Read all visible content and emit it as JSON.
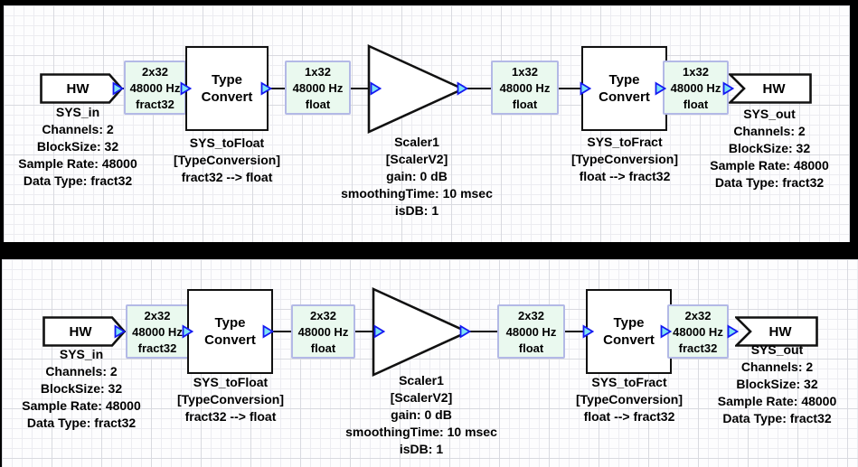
{
  "colors": {
    "frame_bg": "#000000",
    "canvas_bg": "#fdfdfe",
    "wire_label_bg": "#eaf9ef",
    "wire_label_border": "#b3b9e6",
    "port_fill": "#7de2f5",
    "port_stroke": "#1518f2",
    "block_border": "#111111",
    "wire": "#0d0d0d"
  },
  "panels": [
    {
      "hw_in": {
        "title": "HW",
        "caption": [
          "SYS_in",
          "Channels: 2",
          "BlockSize: 32",
          "Sample Rate: 48000",
          "Data Type: fract32"
        ]
      },
      "wire_label_1": [
        "2x32",
        "48000 Hz",
        "fract32"
      ],
      "conv_in": {
        "title": [
          "Type",
          "Convert"
        ],
        "caption": [
          "SYS_toFloat",
          "[TypeConversion]",
          "fract32 --> float"
        ]
      },
      "wire_label_2": [
        "1x32",
        "48000 Hz",
        "float"
      ],
      "scaler": {
        "caption": [
          "Scaler1",
          "[ScalerV2]",
          "gain: 0 dB",
          "smoothingTime: 10 msec",
          "isDB: 1"
        ]
      },
      "wire_label_3": [
        "1x32",
        "48000 Hz",
        "float"
      ],
      "conv_out": {
        "title": [
          "Type",
          "Convert"
        ],
        "caption": [
          "SYS_toFract",
          "[TypeConversion]",
          "float --> fract32"
        ]
      },
      "wire_label_4": [
        "1x32",
        "48000 Hz",
        "float"
      ],
      "hw_out": {
        "title": "HW",
        "caption": [
          "SYS_out",
          "Channels: 2",
          "BlockSize: 32",
          "Sample Rate: 48000",
          "Data Type: fract32"
        ]
      }
    },
    {
      "hw_in": {
        "title": "HW",
        "caption": [
          "SYS_in",
          "Channels: 2",
          "BlockSize: 32",
          "Sample Rate: 48000",
          "Data Type: fract32"
        ]
      },
      "wire_label_1": [
        "2x32",
        "48000 Hz",
        "fract32"
      ],
      "conv_in": {
        "title": [
          "Type",
          "Convert"
        ],
        "caption": [
          "SYS_toFloat",
          "[TypeConversion]",
          "fract32 --> float"
        ]
      },
      "wire_label_2": [
        "2x32",
        "48000 Hz",
        "float"
      ],
      "scaler": {
        "caption": [
          "Scaler1",
          "[ScalerV2]",
          "gain: 0 dB",
          "smoothingTime: 10 msec",
          "isDB: 1"
        ]
      },
      "wire_label_3": [
        "2x32",
        "48000 Hz",
        "float"
      ],
      "conv_out": {
        "title": [
          "Type",
          "Convert"
        ],
        "caption": [
          "SYS_toFract",
          "[TypeConversion]",
          "float --> fract32"
        ]
      },
      "wire_label_4": [
        "2x32",
        "48000 Hz",
        "fract32"
      ],
      "hw_out": {
        "title": "HW",
        "caption": [
          "SYS_out",
          "Channels: 2",
          "BlockSize: 32",
          "Sample Rate: 48000",
          "Data Type: fract32"
        ]
      }
    }
  ]
}
